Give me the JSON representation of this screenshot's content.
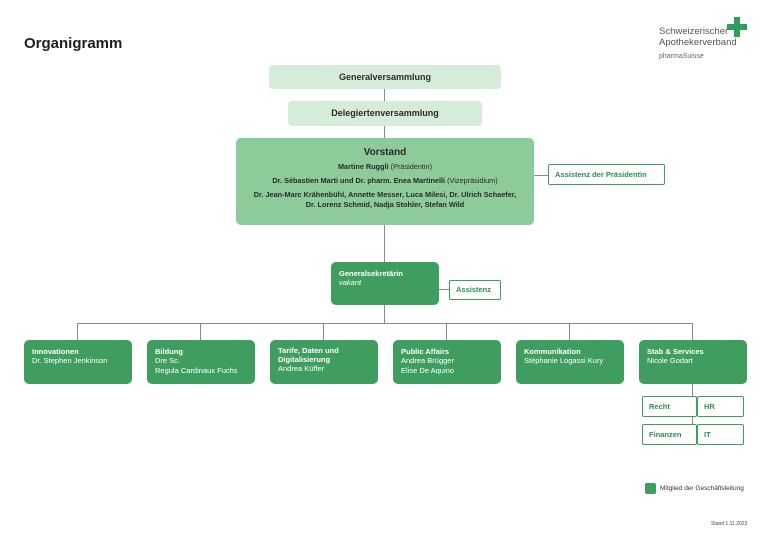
{
  "title": "Organigramm",
  "logo": {
    "line1": "Schweizerischer",
    "line2": "Apothekerverband",
    "sub": "pharmaSuisse"
  },
  "generalversammlung": "Generalversammlung",
  "delegiertenversammlung": "Delegiertenversammlung",
  "vorstand": {
    "title": "Vorstand",
    "president": "Martine Ruggli",
    "president_role": " (Präsidentin)",
    "vice": "Dr. Sébastien Marti und Dr. pharm. Enea Martinelli",
    "vice_role": " (Vizepräsidium)",
    "members_line1": "Dr. Jean-Marc Krähenbühl, Annette Messer, Luca Milesi, Dr. Ulrich Schaefer,",
    "members_line2": "Dr. Lorenz Schmid, Nadja Stohler, Stefan Wild"
  },
  "assistenz_praesidentin": "Assistenz der Präsidentin",
  "generalsekretaerin": {
    "title": "Generalsekretärin",
    "name": "vakant"
  },
  "assistenz": "Assistenz",
  "departments": [
    {
      "title": "Innovationen",
      "lines": [
        "Dr. Stephen Jenkinson"
      ]
    },
    {
      "title": "Bildung",
      "lines": [
        "Dre Sc.",
        "Regula Cardinaux Fuchs"
      ]
    },
    {
      "title": "Tarife, Daten und Digitalisierung",
      "lines": [
        "Andrea Küffer"
      ]
    },
    {
      "title": "Public Affairs",
      "lines": [
        "Andrea Brügger",
        "Elise De Aquino"
      ]
    },
    {
      "title": "Kommunikation",
      "lines": [
        "Stéphanie Logassi Kury"
      ]
    },
    {
      "title": "Stab & Services",
      "lines": [
        "Nicole Godart"
      ]
    }
  ],
  "stab": {
    "recht": "Recht",
    "hr": "HR",
    "finanzen": "Finanzen",
    "it": "IT"
  },
  "legend": "Mitglied der Geschäftsleitung",
  "stand": "Stand 1.11.2023",
  "colors": {
    "dark_green": "#3f9e5f",
    "mid_green": "#8dcb9a",
    "light_green": "#d4ecd8"
  }
}
